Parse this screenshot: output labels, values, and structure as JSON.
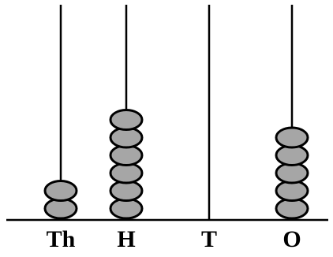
{
  "abacus": {
    "columns": [
      {
        "label": "Th",
        "beads": 2
      },
      {
        "label": "H",
        "beads": 6
      },
      {
        "label": "T",
        "beads": 0
      },
      {
        "label": "O",
        "beads": 5
      }
    ],
    "colors": {
      "bead_fill": "#a6a6a6",
      "bead_outline": "#000000",
      "rod": "#000000",
      "text": "#000000"
    }
  }
}
